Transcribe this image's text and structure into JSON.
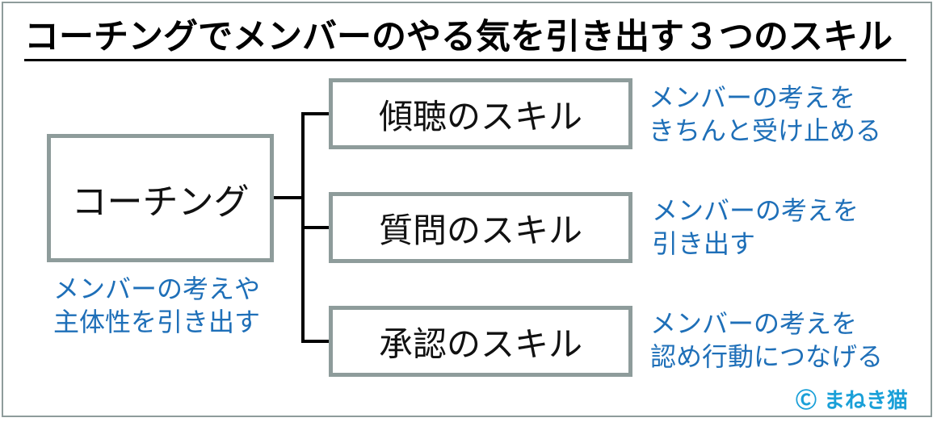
{
  "title": "コーチングでメンバーのやる気を引き出す３つのスキル",
  "main": {
    "label": "コーチング",
    "note_lines": [
      "メンバーの考えや",
      "主体性を引き出す"
    ]
  },
  "skills": [
    {
      "label": "傾聴のスキル",
      "note_lines": [
        "メンバーの考えを",
        "きちんと受け止める"
      ]
    },
    {
      "label": "質問のスキル",
      "note_lines": [
        "メンバーの考えを",
        "引き出す"
      ]
    },
    {
      "label": "承認のスキル",
      "note_lines": [
        "メンバーの考えを",
        "認め行動につなげる"
      ]
    }
  ],
  "credit": "Ⓒ  まねき猫",
  "colors": {
    "box_border": "#8e9c9b",
    "note_text": "#1e6fb8",
    "credit_text": "#1aa0d8"
  }
}
